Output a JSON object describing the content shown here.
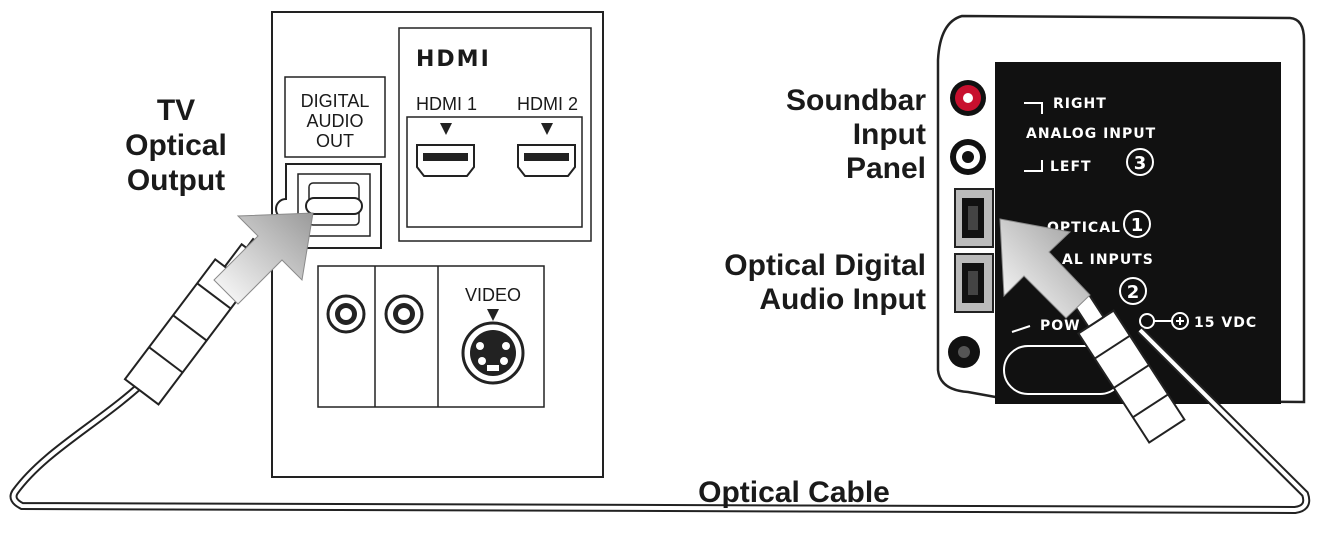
{
  "labels": {
    "tv_output": [
      "TV",
      "Optical",
      "Output"
    ],
    "soundbar_panel": [
      "Soundbar",
      "Input",
      "Panel"
    ],
    "optical_input": [
      "Optical Digital",
      "Audio Input"
    ],
    "optical_cable": "Optical Cable"
  },
  "tv_panel": {
    "hdmi_logo": "HDMI",
    "hdmi_1": "HDMI 1",
    "hdmi_2": "HDMI 2",
    "digital_audio_out": [
      "DIGITAL",
      "AUDIO",
      "OUT"
    ],
    "video": "VIDEO"
  },
  "soundbar": {
    "right": "RIGHT",
    "analog_input": "ANALOG INPUT",
    "left": "LEFT",
    "analog_num": "3",
    "optical": "OPTICAL",
    "optical_num": "1",
    "digital_inputs": "AL INPUTS",
    "digital_num": "2",
    "power": "POW",
    "vdc": "15 VDC"
  },
  "colors": {
    "red_jack": "#c8102e",
    "panel_dark": "#111111",
    "arrow_grey": "#b8b8b8"
  }
}
